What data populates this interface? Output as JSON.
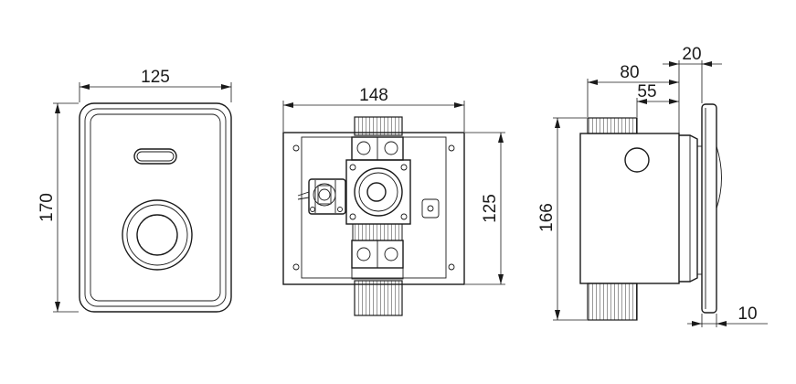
{
  "drawing": {
    "views": [
      "front-view",
      "open-box-view",
      "side-view"
    ],
    "dimensions": {
      "front_width": "125",
      "front_height": "170",
      "box_width": "148",
      "box_height": "125",
      "side_height": "166",
      "side_depth_total": "80",
      "side_depth_inner": "55",
      "plate_offset": "20",
      "plate_thickness": "10"
    }
  }
}
